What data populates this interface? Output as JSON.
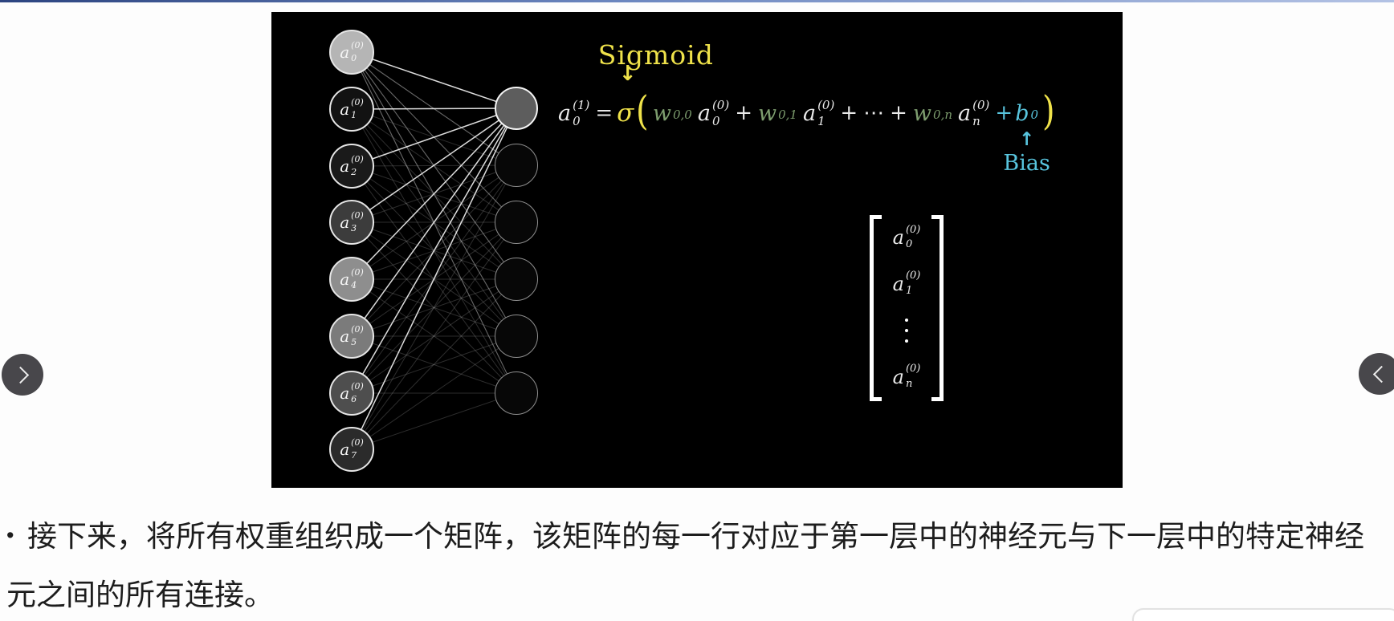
{
  "colors": {
    "yellow": "#efe24a",
    "green": "#7d9d6e",
    "blue": "#58c4dd",
    "white": "#e9e9e9",
    "slide_bg": "#000000",
    "nav_circle": "#48474b",
    "caption_text": "#1d1d1d",
    "top_bar_left": "#2c4480",
    "top_bar_right": "#b3c2e4"
  },
  "slide": {
    "sigmoid_label": "Sigmoid",
    "down_arrow": "↓",
    "up_arrow": "↑",
    "bias_label": "Bias",
    "formula": {
      "lhs": {
        "base": "a",
        "sub": "0",
        "sup": "(1)"
      },
      "equals": "=",
      "sigma": "σ",
      "open_paren": "(",
      "close_paren": ")",
      "plus": "+",
      "cdots": "⋯",
      "terms": [
        {
          "w": {
            "base": "w",
            "sub": "0,0",
            "sup": ""
          },
          "a": {
            "base": "a",
            "sub": "0",
            "sup": "(0)"
          }
        },
        {
          "w": {
            "base": "w",
            "sub": "0,1",
            "sup": ""
          },
          "a": {
            "base": "a",
            "sub": "1",
            "sup": "(0)"
          }
        },
        {
          "w": {
            "base": "w",
            "sub": "0,n",
            "sup": ""
          },
          "a": {
            "base": "a",
            "sub": "n",
            "sup": "(0)"
          }
        }
      ],
      "bias_term": {
        "plus": "+",
        "base": "b",
        "sub": "0",
        "sup": ""
      }
    },
    "left_neurons": [
      {
        "base": "a",
        "sub": "0",
        "sup": "(0)",
        "fill": "#b5b5b5"
      },
      {
        "base": "a",
        "sub": "1",
        "sup": "(0)",
        "fill": "#121212"
      },
      {
        "base": "a",
        "sub": "2",
        "sup": "(0)",
        "fill": "#1a1a1a"
      },
      {
        "base": "a",
        "sub": "3",
        "sup": "(0)",
        "fill": "#3c3c3c"
      },
      {
        "base": "a",
        "sub": "4",
        "sup": "(0)",
        "fill": "#8e8e8e"
      },
      {
        "base": "a",
        "sub": "5",
        "sup": "(0)",
        "fill": "#7b7b7b"
      },
      {
        "base": "a",
        "sub": "6",
        "sup": "(0)",
        "fill": "#4e4e4e"
      },
      {
        "base": "a",
        "sub": "7",
        "sup": "(0)",
        "fill": "#2b2b2b"
      }
    ],
    "right_neurons": [
      {
        "fill": "#5d5d5d",
        "border": "#f5f5f5",
        "highlight": true
      },
      {
        "fill": "#070707",
        "border": "#8f8f8f",
        "highlight": false
      },
      {
        "fill": "#070707",
        "border": "#8f8f8f",
        "highlight": false
      },
      {
        "fill": "#070707",
        "border": "#8f8f8f",
        "highlight": false
      },
      {
        "fill": "#070707",
        "border": "#8f8f8f",
        "highlight": false
      },
      {
        "fill": "#070707",
        "border": "#8f8f8f",
        "highlight": false
      }
    ],
    "vector": {
      "entries": [
        {
          "base": "a",
          "sub": "0",
          "sup": "(0)"
        },
        {
          "base": "a",
          "sub": "1",
          "sup": "(0)"
        },
        {
          "dots": true
        },
        {
          "base": "a",
          "sub": "n",
          "sup": "(0)"
        }
      ]
    }
  },
  "caption": {
    "bullet": "•",
    "line1": "接下来，将所有权重组织成一个矩阵，该矩阵的每一行对应于第一层中的神经元与下一层中的特定神经",
    "line2": "元之间的所有连接。"
  }
}
